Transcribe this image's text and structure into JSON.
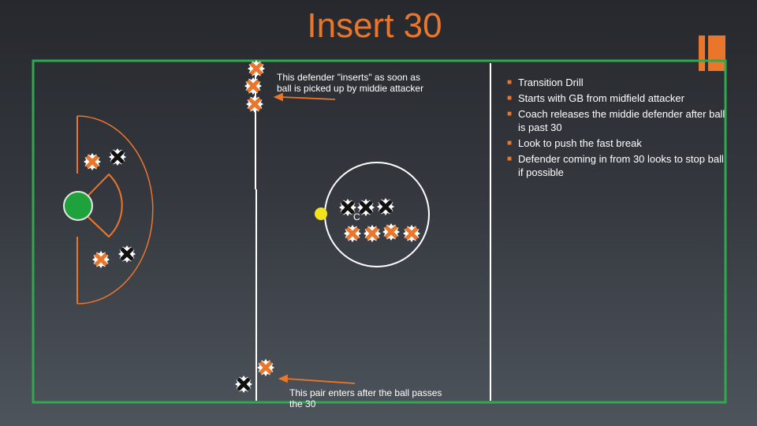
{
  "title": "Insert 30",
  "notes": {
    "top": "This defender \"inserts\" as soon as ball is picked up by middie attacker",
    "bottom": "This pair enters after the ball passes the 30"
  },
  "bullets": [
    "Transition Drill",
    "Starts with GB from midfield attacker",
    "Coach releases the middie defender after ball is past 30",
    "Look to push the fast break",
    "Defender coming in from 30 looks to stop ball if possible"
  ],
  "coach_label": "C",
  "colors": {
    "title": "#e9762b",
    "field_border": "#2fa84f",
    "team_orange": "#e9762b",
    "team_black": "#111111",
    "goalie": "#1fa23c",
    "ball": "#f2e41c",
    "lines": "#ffffff",
    "crease": "#e9762b"
  },
  "icons": [
    "player-orange-x-icon",
    "player-black-x-icon",
    "goalie-icon",
    "ball-icon",
    "arrow-left-icon"
  ]
}
